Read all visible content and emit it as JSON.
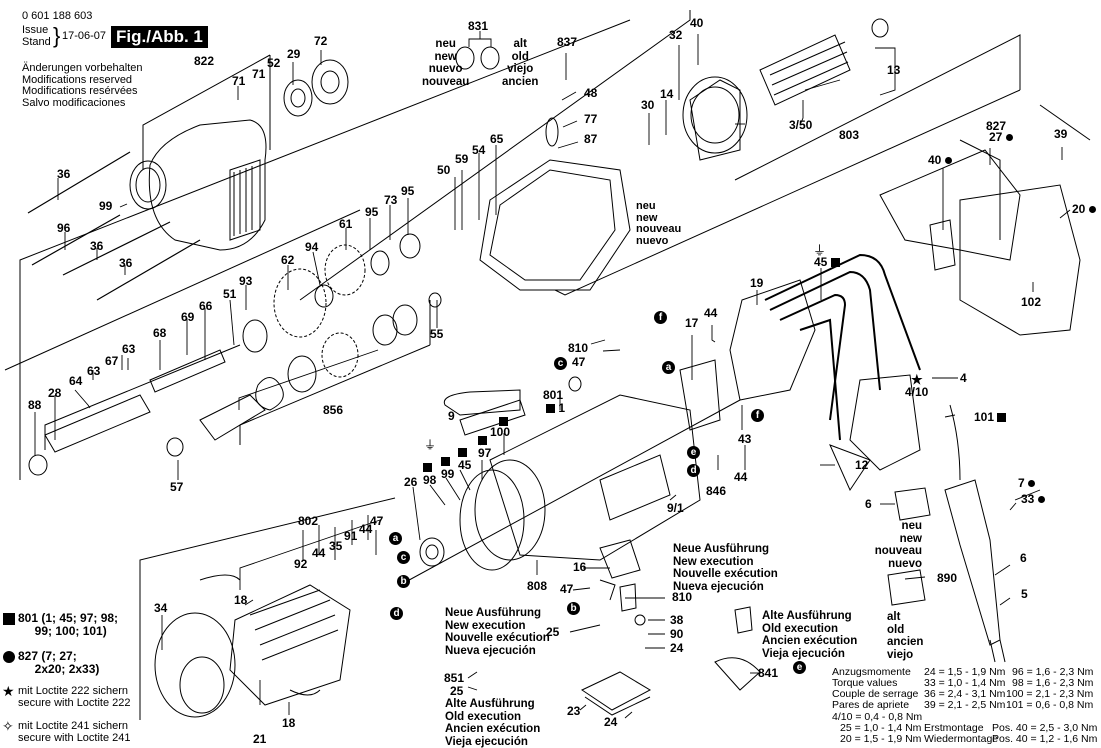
{
  "header": {
    "part_number": "0 601 188 603",
    "issue_label_en": "Issue",
    "issue_label_de": "Stand",
    "issue_date": "17-06-07",
    "figure_label": "Fig./Abb. 1",
    "modifications": [
      "Änderungen vorbehalten",
      "Modifications reserved",
      "Modifications resérvées",
      "Salvo modificaciones"
    ]
  },
  "part_labels": {
    "p822": "822",
    "p71a": "71",
    "p71b": "71",
    "p52": "52",
    "p29": "29",
    "p72": "72",
    "p36a": "36",
    "p99": "99",
    "p96": "96",
    "p36b": "36",
    "p36c": "36",
    "p831": "831",
    "p837": "837",
    "p32": "32",
    "p40": "40",
    "p13": "13",
    "p48": "48",
    "p77": "77",
    "p87": "87",
    "p30": "30",
    "p14": "14",
    "p350": "3/50",
    "p803": "803",
    "p50": "50",
    "p59": "59",
    "p54": "54",
    "p65": "65",
    "p95a": "95",
    "p73": "73",
    "p95b": "95",
    "p61": "61",
    "p94": "94",
    "p62": "62",
    "p93": "93",
    "p51": "51",
    "p66": "66",
    "p69": "69",
    "p68": "68",
    "p63a": "63",
    "p67": "67",
    "p63b": "63",
    "p64": "64",
    "p28": "28",
    "p88": "88",
    "p55": "55",
    "p856": "856",
    "p57": "57",
    "p827": "827",
    "p27": "27",
    "p39": "39",
    "p40b": "40",
    "p20": "20",
    "p102": "102",
    "p45top": "45",
    "p19": "19",
    "p44a": "44",
    "p17": "17",
    "p810a": "810",
    "p47a": "47",
    "p801": "801",
    "p1": "1",
    "p4": "4",
    "p410": "4/10",
    "p101": "101",
    "p43": "43",
    "p12": "12",
    "p846": "846",
    "p44b": "44",
    "p9": "9",
    "p100": "100",
    "p97": "97",
    "p45": "45",
    "p99b": "99",
    "p98": "98",
    "p26": "26",
    "p91": "91",
    "p9_1": "9/1",
    "p802": "802",
    "p47b": "47",
    "p44c": "44",
    "p35": "35",
    "p44d": "44",
    "p92": "92",
    "p18a": "18",
    "p34": "34",
    "p18b": "18",
    "p21": "21",
    "p808": "808",
    "p16": "16",
    "p47c": "47",
    "p810b": "810",
    "p25a": "25",
    "p38": "38",
    "p90": "90",
    "p24a": "24",
    "p851": "851",
    "p25b": "25",
    "p23": "23",
    "p24b": "24",
    "p841": "841",
    "p6a": "6",
    "p7": "7",
    "p33": "33",
    "p6b": "6",
    "p890": "890",
    "p5": "5"
  },
  "connector_letters": [
    "a",
    "b",
    "c",
    "d",
    "e",
    "f"
  ],
  "notes": {
    "seal_new": [
      "neu",
      "new",
      "nuevo",
      "nouveau"
    ],
    "seal_old": [
      "alt",
      "old",
      "viejo",
      "ancien"
    ],
    "bearing_new": [
      "neu",
      "new",
      "nouveau",
      "nuevo"
    ],
    "new_execution_left": [
      "Neue Ausführung",
      "New execution",
      "Nouvelle exécution",
      "Nueva ejecución"
    ],
    "new_execution_right": [
      "Neue Ausführung",
      "New execution",
      "Nouvelle exécution",
      "Nueva ejecución"
    ],
    "old_execution_left": [
      "Alte Ausführung",
      "Old execution",
      "Ancien exécution",
      "Vieja ejecución"
    ],
    "old_execution_right": [
      "Alte Ausführung",
      "Old execution",
      "Ancien exécution",
      "Vieja ejecución"
    ],
    "brush_new": [
      "neu",
      "new",
      "nouveau",
      "nuevo"
    ],
    "brush_old": [
      "alt",
      "old",
      "ancien",
      "viejo"
    ]
  },
  "legend": {
    "square_kit": "801 (1; 45; 97; 98;\n     99; 100; 101)",
    "circle_kit": "827 (7; 27;\n     2x20; 2x33)",
    "star_note": "mit Loctite 222 sichern\nsecure with Loctite 222",
    "hollow_star_note": "mit Loctite 241 sichern\nsecure with Loctite 241"
  },
  "torque": {
    "labels": [
      "Anzugsmomente",
      "Torque values",
      "Couple de serrage",
      "Pares de apriete"
    ],
    "col1": [
      "24 = 1,5 - 1,9 Nm",
      "33 = 1,0 - 1,4 Nm",
      "36 = 2,4 - 3,1 Nm",
      "39 = 2,1 - 2,5 Nm"
    ],
    "col2": [
      "96 = 1,6 - 2,3 Nm",
      "98 = 1,6 - 2,3 Nm",
      "100 = 2,1 - 2,3 Nm",
      "101 = 0,6 - 0,8 Nm"
    ],
    "extra": [
      "4/10 = 0,4 - 0,8 Nm",
      "25 = 1,0 - 1,4 Nm",
      "20 = 1,5 - 1,9 Nm"
    ],
    "assembly": [
      "Erstmontage",
      "Wiedermontage"
    ],
    "pos40": [
      "Pos. 40 = 2,5 - 3,0 Nm",
      "Pos. 40 = 1,2 - 1,6 Nm"
    ]
  }
}
